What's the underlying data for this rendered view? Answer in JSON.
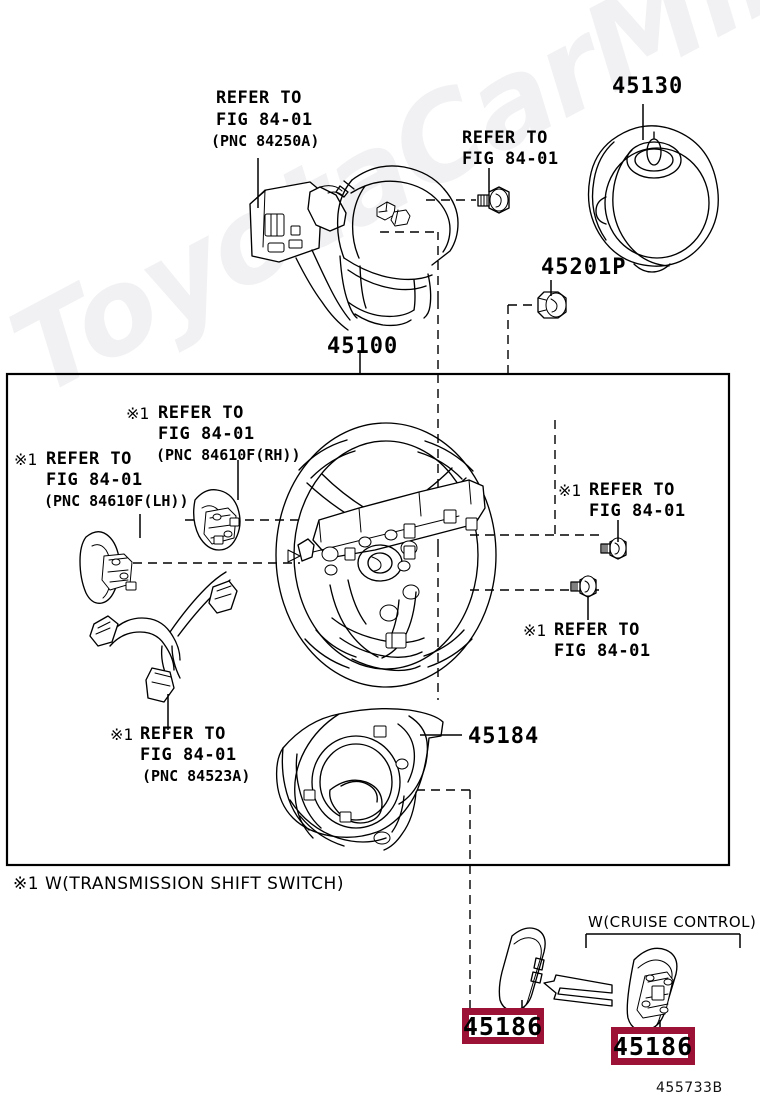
{
  "diagram": {
    "figure_code": "455733B",
    "footnote": "※1 W(TRANSMISSION SHIFT SWITCH)",
    "cruise_bracket_label": "W(CRUISE CONTROL)",
    "accent_color": "#9c1236",
    "watermark_text": "ToyotaCarMin.ru"
  },
  "labels": {
    "wheel_cover_ref": {
      "line1": "REFER TO",
      "line2": "FIG 84-01",
      "line3": "(PNC 84250A)"
    },
    "airbag_screw_ref": {
      "line1": "REFER TO",
      "line2": "FIG 84-01"
    },
    "paddle_rh_ref": {
      "mark": "※1",
      "line1": "REFER TO",
      "line2": "FIG 84-01",
      "line3": "(PNC 84610F(RH))"
    },
    "paddle_lh_ref": {
      "mark": "※1",
      "line1": "REFER TO",
      "line2": "FIG 84-01",
      "line3": "(PNC 84610F(LH))"
    },
    "screw_upper_ref": {
      "mark": "※1",
      "line1": "REFER TO",
      "line2": "FIG 84-01"
    },
    "screw_lower_ref": {
      "mark": "※1",
      "line1": "REFER TO",
      "line2": "FIG 84-01"
    },
    "wire_ref": {
      "mark": "※1",
      "line1": "REFER TO",
      "line2": "FIG 84-01",
      "line3": "(PNC 84523A)"
    },
    "wheel_mark": "※1"
  },
  "part_numbers": {
    "airbag_assy": "45130",
    "nut": "45201P",
    "wheel_assy": "45100",
    "lower_cover": "45184",
    "switch_plain": "45186",
    "switch_cruise": "45186"
  }
}
